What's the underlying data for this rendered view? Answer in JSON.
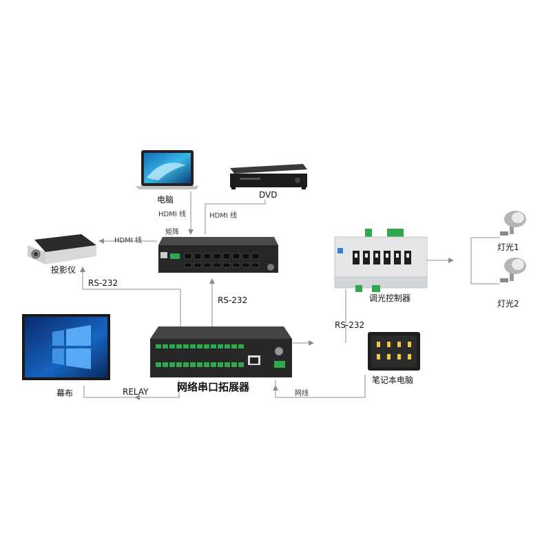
{
  "devices": {
    "computer": "电脑",
    "dvd": "DVD",
    "matrix": "矩阵",
    "projector": "投影仪",
    "screen": "幕布",
    "expander": "网络串口拓展器",
    "dimmer": "调光控制器",
    "notebook": "笔记本电脑",
    "light1": "灯光1",
    "light2": "灯光2"
  },
  "connections": {
    "computer_matrix": "HDMI 线",
    "dvd_matrix": "HDMI 线",
    "matrix_projector": "HDMI 线",
    "expander_projector": "RS-232",
    "expander_matrix": "RS-232",
    "expander_dimmer": "RS-232",
    "expander_screen": "RELAY",
    "notebook_expander": "网线"
  },
  "colors": {
    "line": "#8c8c8c",
    "device_dark": "#2a2a2a",
    "terminal_green": "#2fa84f",
    "dimmer_body": "#e4e6e8",
    "win_blue": "#1565c0"
  }
}
